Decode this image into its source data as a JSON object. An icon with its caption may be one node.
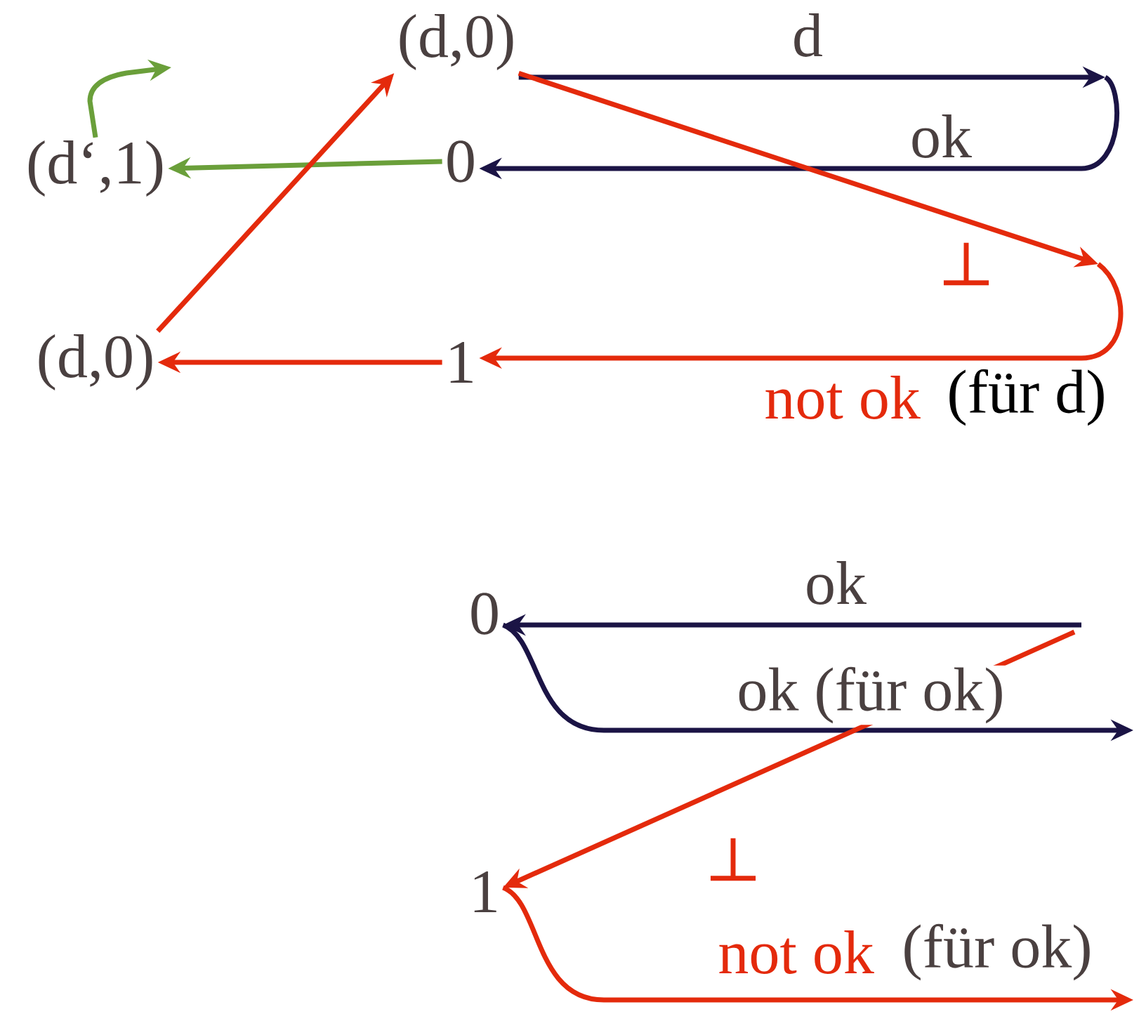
{
  "diagram": {
    "nodes": [
      {
        "text": [
          "(d,0)"
        ]
      },
      {
        "text": [
          "(d‘,1)"
        ]
      },
      {
        "text": [
          "0"
        ]
      },
      {
        "text": [
          "(d,0)"
        ]
      },
      {
        "text": [
          "1"
        ]
      },
      {
        "text": [
          "0"
        ]
      },
      {
        "text": [
          "1"
        ]
      }
    ],
    "edges": [
      {
        "from": 2,
        "to": 1,
        "arrow": "to",
        "color": "#6a9f3a"
      },
      {
        "from": 1,
        "to": null,
        "arrow": "to",
        "color": "#6a9f3a"
      },
      {
        "from": 4,
        "to": 3,
        "arrow": "to"
      },
      {
        "from": 3,
        "to": 0,
        "arrow": "to"
      },
      {
        "from": 0,
        "to": null,
        "arrow": "to",
        "label": "d",
        "color": "#1b1445"
      },
      {
        "from": null,
        "to": 2,
        "arrow": "to",
        "label": "ok",
        "color": "#1b1445"
      },
      {
        "from": 0,
        "to": null,
        "arrow": "to",
        "label": "⊥"
      },
      {
        "from": null,
        "to": 4,
        "arrow": "to"
      },
      {
        "from": null,
        "to": 5,
        "arrow": "to",
        "label": "ok",
        "color": "#1b1445"
      },
      {
        "from": 5,
        "to": null,
        "arrow": "to",
        "label": "ok (für ok)",
        "color": "#1b1445"
      },
      {
        "from": null,
        "to": 6,
        "arrow": "to",
        "label": "⊥"
      },
      {
        "from": 6,
        "to": null,
        "arrow": "to"
      }
    ],
    "labels": [
      "not ok",
      "(für d)",
      "not ok",
      "(für ok)"
    ]
  }
}
